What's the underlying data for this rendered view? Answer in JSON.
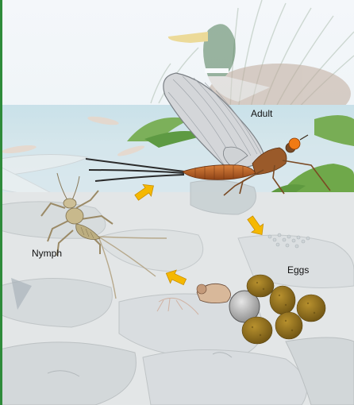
{
  "labels": {
    "adult": "Adult",
    "nymph": "Nymph",
    "eggs": "Eggs"
  },
  "stages": [
    {
      "name": "Adult",
      "icon": "mayfly-adult-icon"
    },
    {
      "name": "Eggs",
      "icon": "egg-cluster-icon"
    },
    {
      "name": "Nymph",
      "icon": "mayfly-nymph-icon"
    }
  ],
  "cycle_arrows": [
    "adult-to-eggs",
    "eggs-to-nymph",
    "nymph-to-adult"
  ],
  "colors": {
    "frame_border": "#2e8b3a",
    "arrow": "#f5b800",
    "water_light": "#d5e8ee",
    "stone": "#dcdfe0",
    "abdomen": "#b55a23",
    "egg": "#8a6a1c",
    "eye": "#f07a14",
    "wing": "#c9ccd0",
    "plant": "#6fa84a"
  }
}
